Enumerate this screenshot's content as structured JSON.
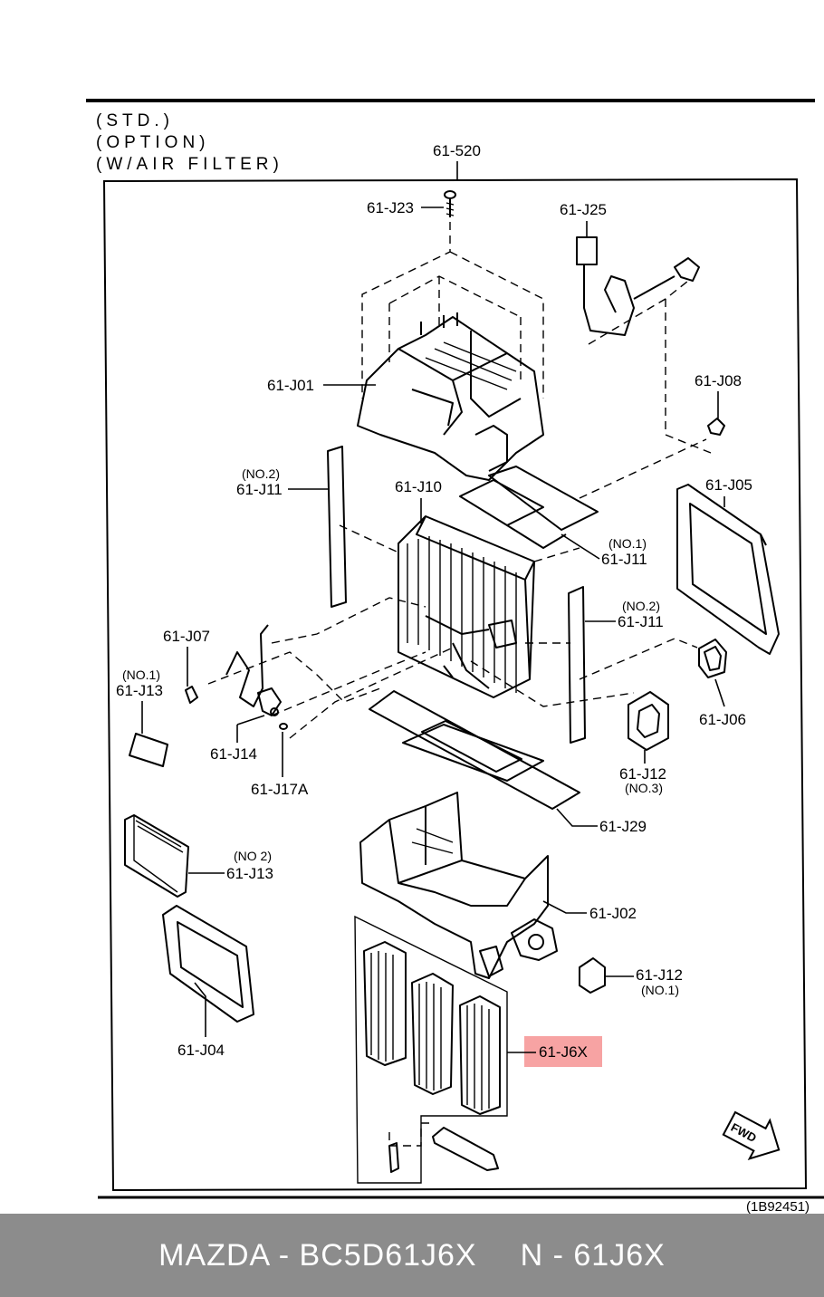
{
  "header_lines": [
    "(STD.)",
    "(OPTION)",
    "(W/AIR FILTER)"
  ],
  "labels": {
    "p520": "61-520",
    "j23": "61-J23",
    "j25": "61-J25",
    "j01": "61-J01",
    "j08": "61-J08",
    "j11_no2_top_note": "(NO.2)",
    "j11_no2_top": "61-J11",
    "j10": "61-J10",
    "j05": "61-J05",
    "j11_no1_note": "(NO.1)",
    "j11_no1": "61-J11",
    "j11_no2_right_note": "(NO.2)",
    "j11_no2_right": "61-J11",
    "j07": "61-J07",
    "j13_no1_note": "(NO.1)",
    "j13_no1": "61-J13",
    "j06": "61-J06",
    "j14": "61-J14",
    "j17a": "61-J17A",
    "j12_no3": "61-J12",
    "j12_no3_note": "(NO.3)",
    "j29": "61-J29",
    "j13_no2_note": "(NO 2)",
    "j13_no2": "61-J13",
    "j02": "61-J02",
    "j12_no1": "61-J12",
    "j12_no1_note": "(NO.1)",
    "j04": "61-J04",
    "j6x": "61-J6X",
    "fwd": "FWD",
    "ref_code": "(1B92451)"
  },
  "highlight_color": "#f7a3a3",
  "footer": {
    "left": "MAZDA - BC5D61J6X",
    "right": "N - 61J6X",
    "background": "#8c8c8c"
  }
}
